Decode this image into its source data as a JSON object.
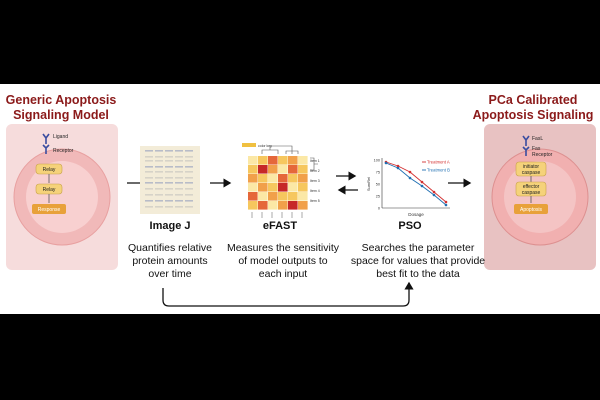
{
  "left_model": {
    "title_line1": "Generic Apoptosis",
    "title_line2": "Signaling Model",
    "ligand": "Ligand",
    "receptor": "Receptor",
    "relay1": "Relay",
    "relay2": "Relay",
    "response": "Response"
  },
  "right_model": {
    "title_line1": "PCa Calibrated",
    "title_line2": "Apoptosis Signaling Model",
    "fasl": "FasL",
    "fas_line1": "Fas",
    "fas_line2": "Receptor",
    "initiator_line1": "initiator",
    "initiator_line2": "caspase",
    "effector_line1": "effector",
    "effector_line2": "caspase",
    "apoptosis": "Apoptosis"
  },
  "steps": [
    {
      "name": "Image J",
      "desc": [
        "Quantifies relative",
        "protein amounts",
        "over time"
      ]
    },
    {
      "name": "eFAST",
      "desc": [
        "Measures the sensitivity",
        "of model outputs to",
        "each input"
      ]
    },
    {
      "name": "PSO",
      "desc": [
        "Searches the parameter",
        "space for values that provide",
        "best fit to the data"
      ]
    }
  ],
  "pso_plot": {
    "ylabel": "SumRel",
    "xlabel": "Dosage",
    "yticks": [
      "100",
      "75",
      "50",
      "25",
      "0"
    ],
    "series": [
      {
        "name": "Treatment A",
        "color": "#d32f2f"
      },
      {
        "name": "Treatment B",
        "color": "#1f6fb2"
      }
    ]
  },
  "efast_heatmap": {
    "legend": "color key",
    "row_labels": [
      "Item 1",
      "Item 2",
      "Item 3",
      "Item 4",
      "Item 5"
    ]
  },
  "colors": {
    "title": "#8b1a1a",
    "panel_left": "#f6dcdc",
    "panel_right": "#e8c2c2",
    "node_fill": "#f5d27a",
    "response_fill": "#e8a13a"
  }
}
